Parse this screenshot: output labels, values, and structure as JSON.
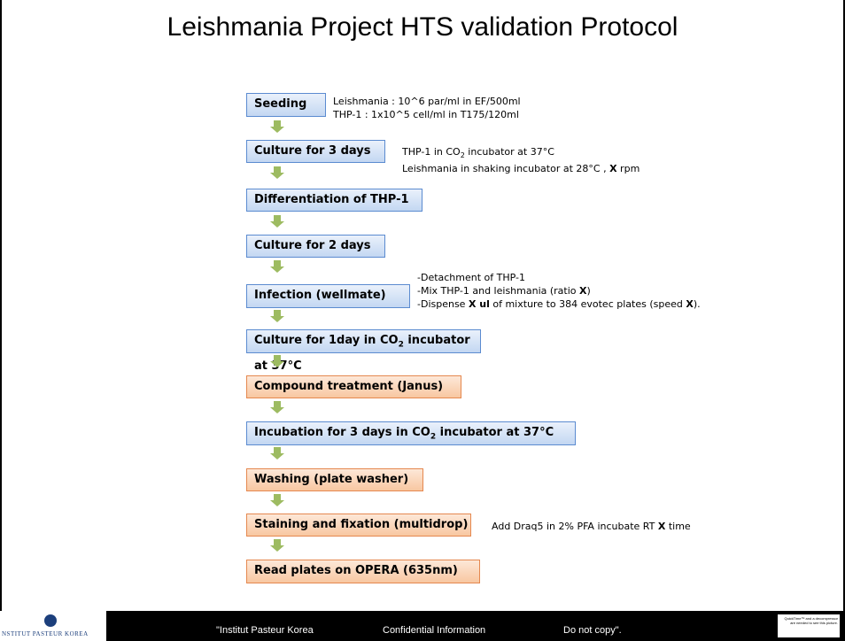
{
  "title": "Leishmania Project HTS validation Protocol",
  "steps": [
    {
      "label": "Seeding"
    },
    {
      "label": "Culture for 3 days"
    },
    {
      "label": "Differentiation of THP-1"
    },
    {
      "label": "Culture for 2 days"
    },
    {
      "label": "Infection (wellmate)"
    },
    {
      "label_pre": "Culture for 1day in CO",
      "label_sub": "2",
      "label_post": " incubator at 37°C"
    },
    {
      "label": "Compound treatment (Janus)"
    },
    {
      "label_pre": "Incubation for 3 days in CO",
      "label_sub": "2",
      "label_post": " incubator at 37°C"
    },
    {
      "label": "Washing (plate washer)"
    },
    {
      "label": "Staining and fixation (multidrop)"
    },
    {
      "label": "Read plates on OPERA (635nm)"
    }
  ],
  "notes": {
    "seeding": [
      "Leishmania : 10^6 par/ml  in EF/500ml",
      "THP-1 : 1x10^5 cell/ml in T175/120ml"
    ],
    "culture3": {
      "line1_pre": "THP-1 in CO",
      "line1_sub": "2",
      "line1_post": " incubator at 37°C",
      "line2_pre": "Leishmania in shaking incubator at 28°C , ",
      "line2_bold": "X",
      "line2_post": " rpm"
    },
    "infection": {
      "line1": "-Detachment of THP-1",
      "line2_pre": "-Mix THP-1 and  leishmania (ratio ",
      "line2_bold": "X",
      "line2_post": ")",
      "line3_pre": "-Dispense ",
      "line3_bold": "X ul",
      "line3_mid": " of mixture to 384 evotec  plates (speed ",
      "line3_bold2": "X",
      "line3_post": ")."
    },
    "staining": {
      "pre": "Add Draq5 in 2% PFA incubate RT ",
      "bold": "X",
      "post": " time"
    }
  },
  "footer": {
    "logo_text": "NSTITUT PASTEUR KOREA",
    "quote_open": "\"Institut Pasteur Korea",
    "confidential": "Confidential Information",
    "do_not_copy": "Do not copy\".",
    "quicktime": "QuickTime™ and a decompressor are needed to see this picture."
  }
}
